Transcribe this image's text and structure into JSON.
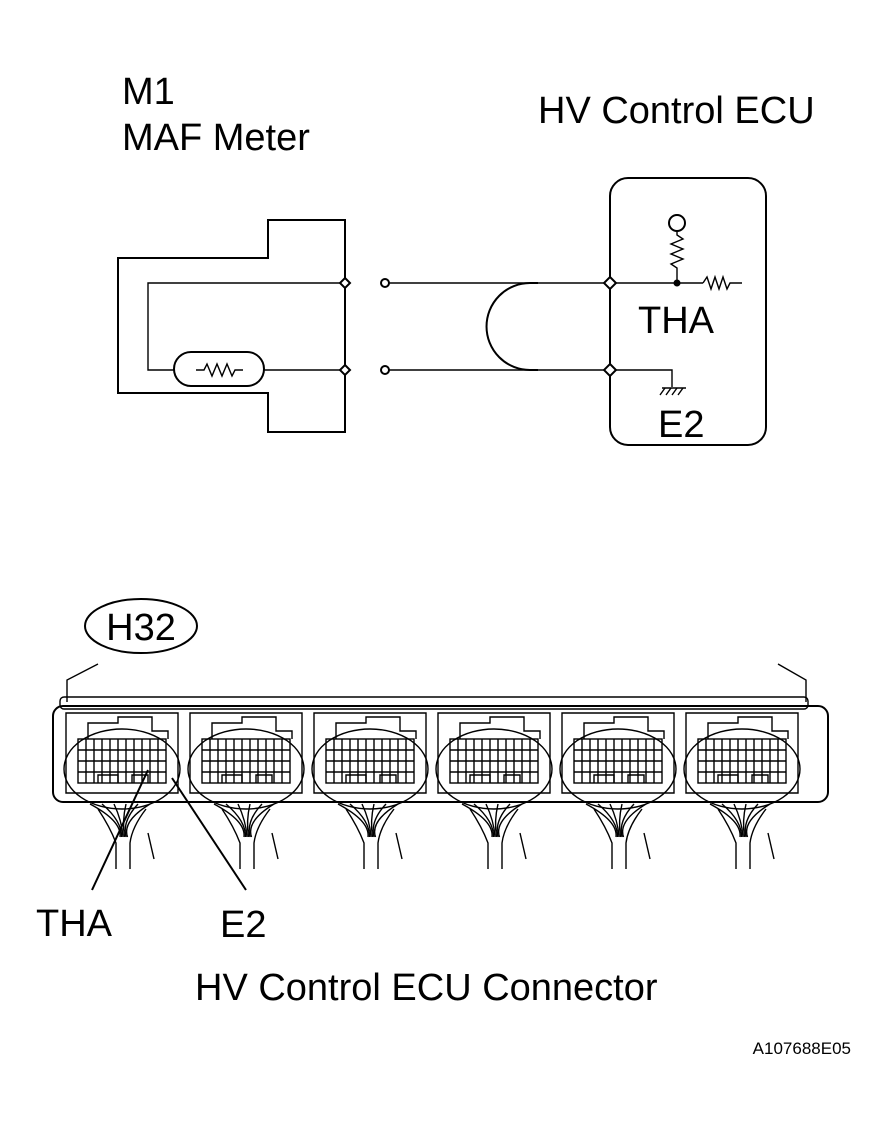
{
  "sensor": {
    "code": "M1",
    "name": "MAF Meter"
  },
  "ecu": {
    "name": "HV Control ECU",
    "terminals": [
      "THA",
      "E2"
    ]
  },
  "connector": {
    "id": "H32",
    "caption": "HV Control ECU Connector",
    "pin_labels": [
      "THA",
      "E2"
    ],
    "block_count": 6
  },
  "figure_code": "A107688E05"
}
